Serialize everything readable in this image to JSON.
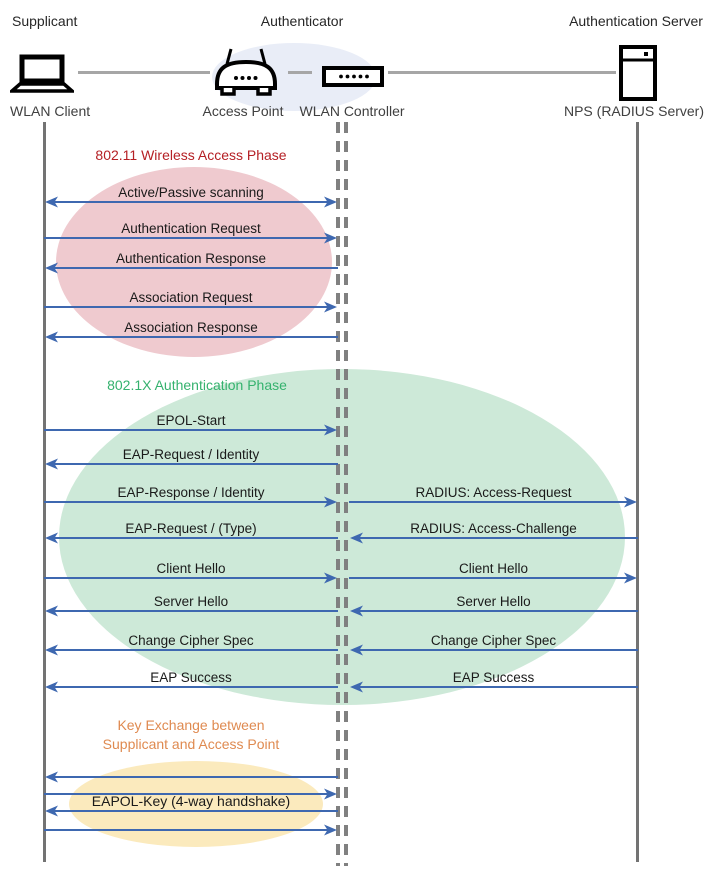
{
  "header": {
    "roles": [
      {
        "label": "Supplicant"
      },
      {
        "label": "Authenticator"
      },
      {
        "label": "Authentication Server"
      }
    ],
    "devices": [
      {
        "label": "WLAN Client",
        "icon": "laptop-icon"
      },
      {
        "label": "Access Point",
        "icon": "access-point-icon"
      },
      {
        "label": "WLAN Controller",
        "icon": "wlan-controller-icon"
      },
      {
        "label": "NPS (RADIUS Server)",
        "icon": "server-icon"
      }
    ]
  },
  "phases": [
    {
      "title": "802.11 Wireless Access Phase",
      "color": "#b52025",
      "ellipse_color": "#efcacf"
    },
    {
      "title": "802.1X Authentication Phase",
      "color": "#35b26e",
      "ellipse_color": "#cde9d8"
    },
    {
      "title_line1": "Key Exchange between",
      "title_line2": "Supplicant and Access Point",
      "color": "#df8a50",
      "ellipse_color": "#fbeabd"
    }
  ],
  "messages": {
    "client_to_controller": [
      {
        "label": "Active/Passive scanning",
        "direction": "both"
      },
      {
        "label": "Authentication Request",
        "direction": "right"
      },
      {
        "label": "Authentication Response",
        "direction": "left"
      },
      {
        "label": "Association Request",
        "direction": "right"
      },
      {
        "label": "Association Response",
        "direction": "left"
      },
      {
        "label": "EPOL-Start",
        "direction": "right"
      },
      {
        "label": "EAP-Request / Identity",
        "direction": "left"
      },
      {
        "label": "EAP-Response / Identity",
        "direction": "right"
      },
      {
        "label": "EAP-Request / (Type)",
        "direction": "left"
      },
      {
        "label": "Client Hello",
        "direction": "right"
      },
      {
        "label": "Server Hello",
        "direction": "left"
      },
      {
        "label": "Change Cipher Spec",
        "direction": "left"
      },
      {
        "label": "EAP Success",
        "direction": "left"
      },
      {
        "label": "",
        "direction": "left"
      },
      {
        "label": "",
        "direction": "right"
      },
      {
        "label": "EAPOL-Key (4-way handshake)",
        "direction": "left"
      },
      {
        "label": "",
        "direction": "right"
      }
    ],
    "controller_to_server": [
      {
        "label": "RADIUS: Access-Request",
        "direction": "right"
      },
      {
        "label": "RADIUS: Access-Challenge",
        "direction": "left"
      },
      {
        "label": "Client Hello",
        "direction": "right"
      },
      {
        "label": "Server Hello",
        "direction": "left"
      },
      {
        "label": "Change Cipher Spec",
        "direction": "left"
      },
      {
        "label": "EAP Success",
        "direction": "left"
      }
    ]
  },
  "palette": {
    "arrow": "#3e68b0",
    "lifeline": "#737373",
    "dashed_lifeline": "#808080",
    "connector": "#a6a6a6",
    "authenticator_ellipse": "#e9edf7",
    "text": "#1a1a1a"
  }
}
